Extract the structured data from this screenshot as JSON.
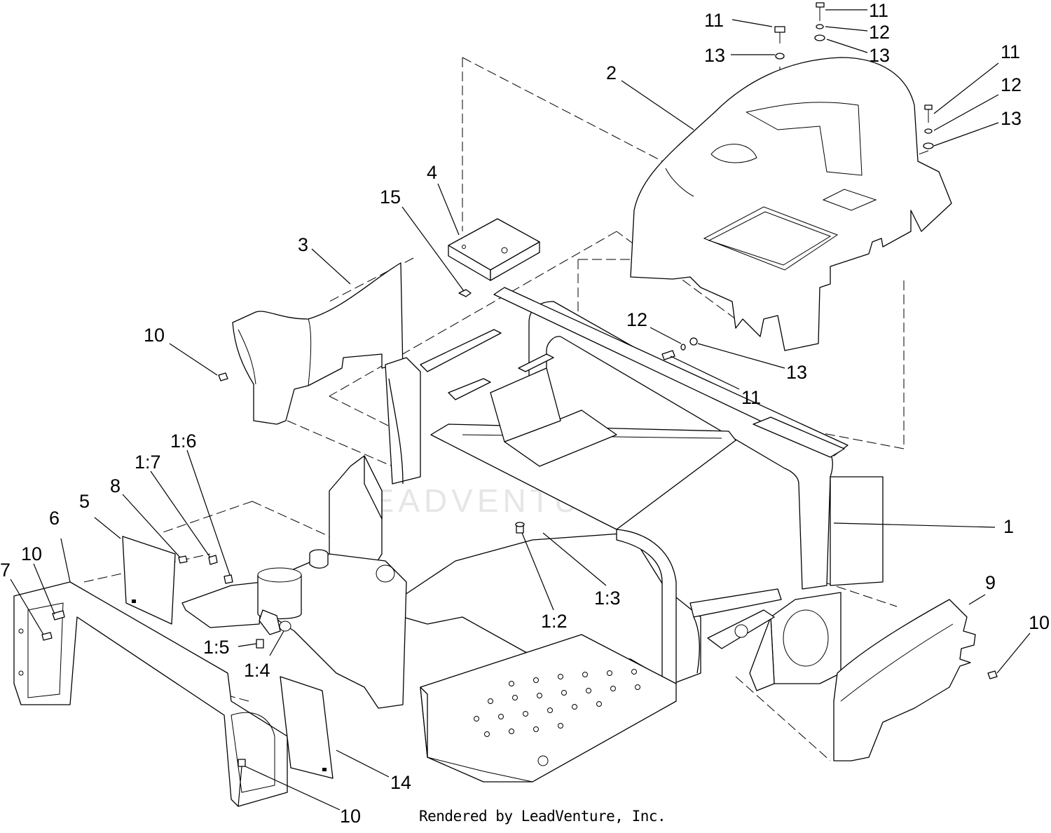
{
  "watermark": "LEADVENTURE",
  "credit": "Rendered by LeadVenture, Inc.",
  "callouts": [
    {
      "id": "c-11-a",
      "label": "11"
    },
    {
      "id": "c-11-b",
      "label": "11"
    },
    {
      "id": "c-12-a",
      "label": "12"
    },
    {
      "id": "c-13-a",
      "label": "13"
    },
    {
      "id": "c-13-b",
      "label": "13"
    },
    {
      "id": "c-11-c",
      "label": "11"
    },
    {
      "id": "c-12-b",
      "label": "12"
    },
    {
      "id": "c-13-c",
      "label": "13"
    },
    {
      "id": "c-2",
      "label": "2"
    },
    {
      "id": "c-4",
      "label": "4"
    },
    {
      "id": "c-15",
      "label": "15"
    },
    {
      "id": "c-3",
      "label": "3"
    },
    {
      "id": "c-10-a",
      "label": "10"
    },
    {
      "id": "c-12-c",
      "label": "12"
    },
    {
      "id": "c-13-d",
      "label": "13"
    },
    {
      "id": "c-11-d",
      "label": "11"
    },
    {
      "id": "c-1-6",
      "label": "1:6"
    },
    {
      "id": "c-1-7",
      "label": "1:7"
    },
    {
      "id": "c-8",
      "label": "8"
    },
    {
      "id": "c-5",
      "label": "5"
    },
    {
      "id": "c-6",
      "label": "6"
    },
    {
      "id": "c-10-b",
      "label": "10"
    },
    {
      "id": "c-7",
      "label": "7"
    },
    {
      "id": "c-1",
      "label": "1"
    },
    {
      "id": "c-1-2",
      "label": "1:2"
    },
    {
      "id": "c-1-3",
      "label": "1:3"
    },
    {
      "id": "c-1-5",
      "label": "1:5"
    },
    {
      "id": "c-1-4",
      "label": "1:4"
    },
    {
      "id": "c-9",
      "label": "9"
    },
    {
      "id": "c-10-c",
      "label": "10"
    },
    {
      "id": "c-14",
      "label": "14"
    },
    {
      "id": "c-10-d",
      "label": "10"
    }
  ]
}
